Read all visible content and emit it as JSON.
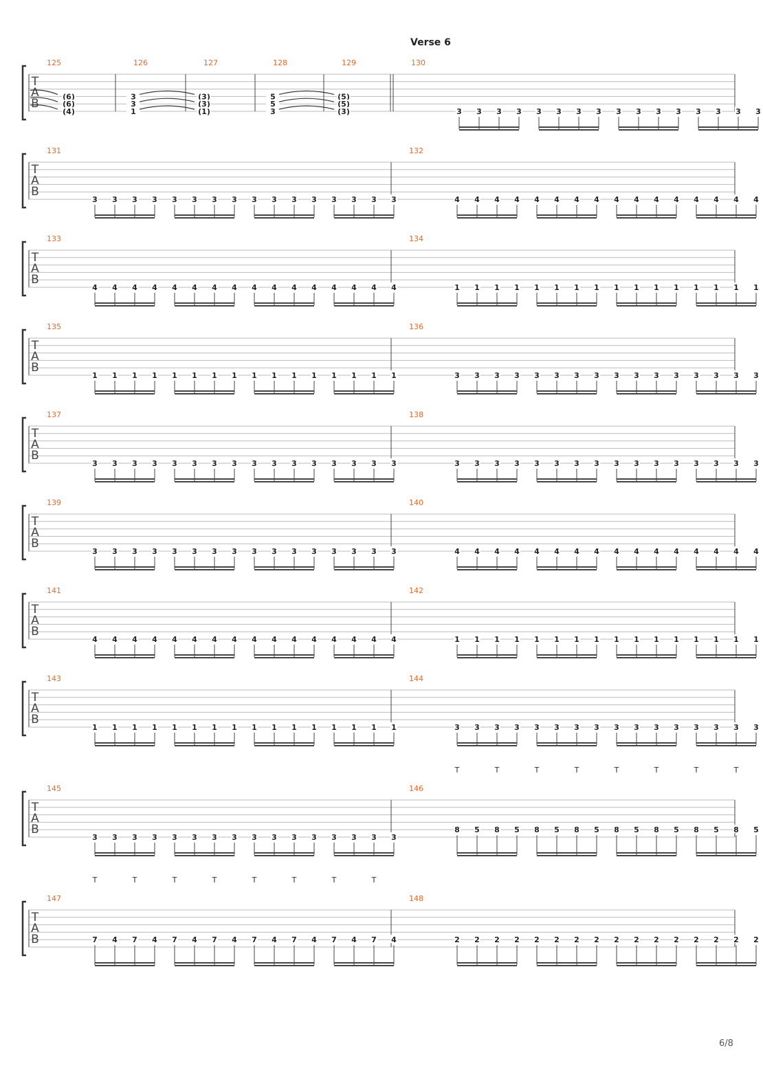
{
  "page": {
    "section_label": "Verse 6",
    "page_number": "6/8"
  },
  "tab_clef": [
    "T",
    "A",
    "B"
  ],
  "technique_mark": "T",
  "systems": [
    {
      "measures": [
        {
          "number": "125",
          "chords": [
            {
              "beam": false,
              "notes": [
                {
                  "string": 4,
                  "fret": "(6)"
                },
                {
                  "string": 5,
                  "fret": "(6)"
                },
                {
                  "string": 6,
                  "fret": "(4)"
                }
              ]
            }
          ]
        },
        {
          "number": "126",
          "chords": [
            {
              "beam": false,
              "notes": [
                {
                  "string": 4,
                  "fret": "3"
                },
                {
                  "string": 5,
                  "fret": "3"
                },
                {
                  "string": 6,
                  "fret": "1"
                }
              ]
            },
            {
              "beam": false,
              "notes": [
                {
                  "string": 4,
                  "fret": "(3)"
                },
                {
                  "string": 5,
                  "fret": "(3)"
                },
                {
                  "string": 6,
                  "fret": "(1)"
                }
              ]
            }
          ]
        },
        {
          "number": "127",
          "chords": []
        },
        {
          "number": "128",
          "chords": [
            {
              "beam": false,
              "notes": [
                {
                  "string": 4,
                  "fret": "5"
                },
                {
                  "string": 5,
                  "fret": "5"
                },
                {
                  "string": 6,
                  "fret": "3"
                }
              ]
            },
            {
              "beam": false,
              "notes": [
                {
                  "string": 4,
                  "fret": "(5)"
                },
                {
                  "string": 5,
                  "fret": "(5)"
                },
                {
                  "string": 6,
                  "fret": "(3)"
                }
              ]
            }
          ]
        },
        {
          "number": "129",
          "chords": []
        },
        {
          "number": "130",
          "repeat16": {
            "string": 6,
            "fret": "3"
          }
        }
      ]
    },
    {
      "measures": [
        {
          "number": "131",
          "repeat16": {
            "string": 6,
            "fret": "3"
          }
        },
        {
          "number": "132",
          "repeat16": {
            "string": 6,
            "fret": "4"
          }
        }
      ]
    },
    {
      "measures": [
        {
          "number": "133",
          "repeat16": {
            "string": 6,
            "fret": "4"
          }
        },
        {
          "number": "134",
          "repeat16": {
            "string": 6,
            "fret": "1"
          }
        }
      ]
    },
    {
      "measures": [
        {
          "number": "135",
          "repeat16": {
            "string": 6,
            "fret": "1"
          }
        },
        {
          "number": "136",
          "repeat16": {
            "string": 6,
            "fret": "3"
          }
        }
      ]
    },
    {
      "measures": [
        {
          "number": "137",
          "repeat16": {
            "string": 6,
            "fret": "3"
          }
        },
        {
          "number": "138",
          "repeat16": {
            "string": 6,
            "fret": "3"
          }
        }
      ]
    },
    {
      "measures": [
        {
          "number": "139",
          "repeat16": {
            "string": 6,
            "fret": "3"
          }
        },
        {
          "number": "140",
          "repeat16": {
            "string": 6,
            "fret": "4"
          }
        }
      ]
    },
    {
      "measures": [
        {
          "number": "141",
          "repeat16": {
            "string": 6,
            "fret": "4"
          }
        },
        {
          "number": "142",
          "repeat16": {
            "string": 6,
            "fret": "1"
          }
        }
      ]
    },
    {
      "measures": [
        {
          "number": "143",
          "repeat16": {
            "string": 6,
            "fret": "1"
          }
        },
        {
          "number": "144",
          "repeat16": {
            "string": 6,
            "fret": "3"
          }
        }
      ]
    },
    {
      "measures": [
        {
          "number": "145",
          "repeat16": {
            "string": 6,
            "fret": "3"
          }
        },
        {
          "number": "146",
          "tapping": true,
          "pattern16": {
            "string": 5,
            "frets": [
              "8",
              "5"
            ]
          }
        }
      ]
    },
    {
      "measures": [
        {
          "number": "147",
          "tapping": true,
          "pattern16": {
            "string": 5,
            "frets": [
              "7",
              "4"
            ]
          }
        },
        {
          "number": "148",
          "repeat16": {
            "string": 5,
            "fret": "2"
          }
        }
      ]
    }
  ]
}
